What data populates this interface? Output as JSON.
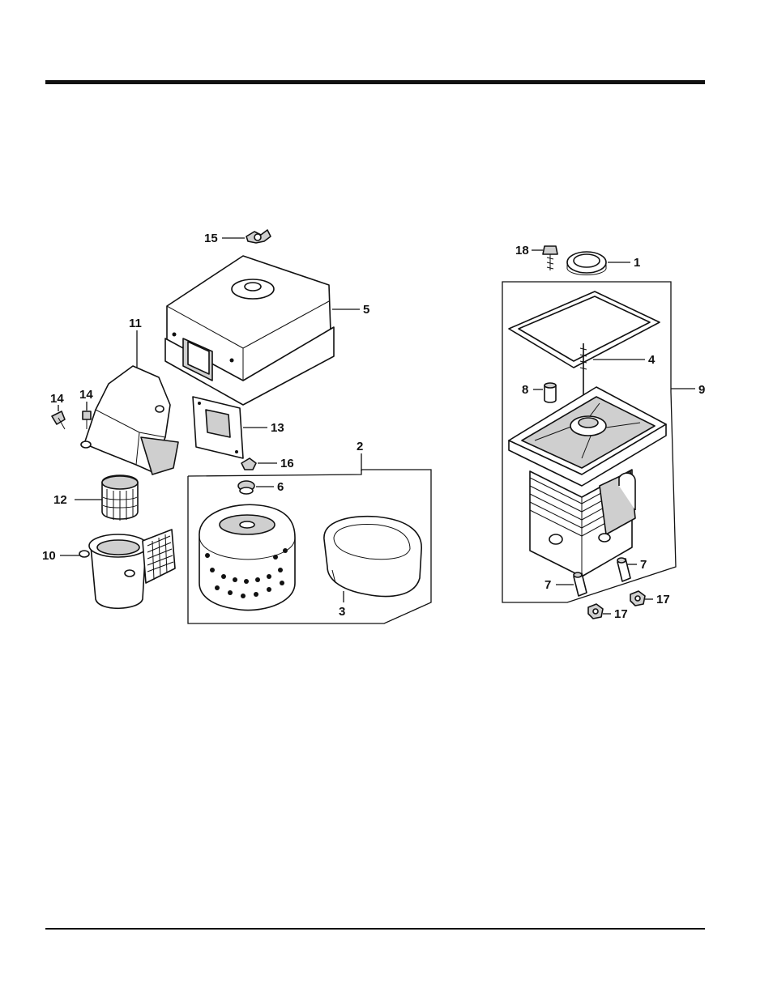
{
  "callouts": {
    "c1": "1",
    "c2": "2",
    "c3": "3",
    "c4": "4",
    "c5": "5",
    "c6": "6",
    "c7a": "7",
    "c7b": "7",
    "c8": "8",
    "c9": "9",
    "c10": "10",
    "c11": "11",
    "c12": "12",
    "c13": "13",
    "c14a": "14",
    "c14b": "14",
    "c15": "15",
    "c16": "16",
    "c17a": "17",
    "c17b": "17",
    "c18": "18"
  }
}
